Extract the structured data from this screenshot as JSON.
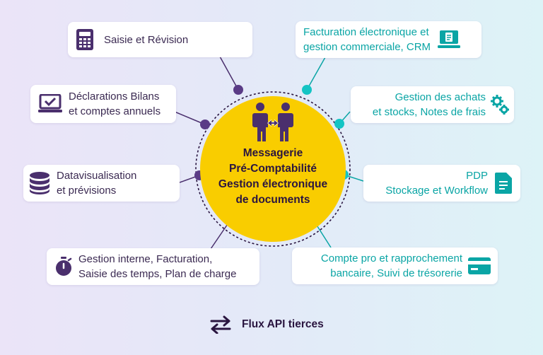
{
  "center": {
    "lines": [
      "Messagerie",
      "Pré-Comptabilité",
      "Gestion électronique",
      "de documents"
    ],
    "icon": "people-exchange-icon"
  },
  "modules_left": [
    {
      "lines": [
        "Saisie et Révision"
      ],
      "icon": "calculator-icon"
    },
    {
      "lines": [
        "Déclarations Bilans",
        "et comptes annuels"
      ],
      "icon": "laptop-check-icon"
    },
    {
      "lines": [
        "Datavisualisation",
        "et prévisions"
      ],
      "icon": "database-icon"
    },
    {
      "lines": [
        "Gestion interne, Facturation,",
        "Saisie des temps, Plan de charge"
      ],
      "icon": "stopwatch-icon"
    }
  ],
  "modules_right": [
    {
      "lines": [
        "Facturation électronique et",
        "gestion commerciale, CRM"
      ],
      "icon": "laptop-invoice-icon"
    },
    {
      "lines": [
        "Gestion des achats",
        "et stocks, Notes de frais"
      ],
      "icon": "gears-icon"
    },
    {
      "lines": [
        "PDP",
        "Stockage et Workflow"
      ],
      "icon": "document-icon"
    },
    {
      "lines": [
        "Compte pro et rapprochement",
        "bancaire, Suivi de trésorerie"
      ],
      "icon": "credit-card-icon"
    }
  ],
  "footer": {
    "label": "Flux API tierces",
    "icon": "arrows-exchange-icon"
  },
  "colors": {
    "purple": "#4a2f6d",
    "purple_dot": "#5a3b86",
    "teal": "#0aa5a5",
    "teal_dot": "#14c4c4",
    "yellow": "#f9cd00"
  }
}
